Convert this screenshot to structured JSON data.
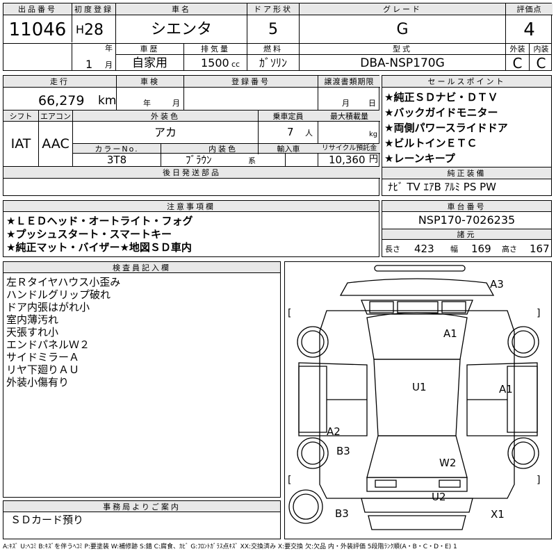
{
  "header": {
    "lot_no_label": "出品番号",
    "lot_no": "11046",
    "first_reg_label": "初度登録",
    "era": "H",
    "year": "28",
    "year_unit": "年",
    "month": "1",
    "month_unit": "月",
    "model_name_label": "車名",
    "model_name": "シエンタ",
    "doors_label": "ドア形状",
    "doors": "5",
    "grade_label": "グレード",
    "grade": "G",
    "score_label": "評価点",
    "score": "4",
    "history_label": "車歴",
    "history": "自家用",
    "displacement_label": "排気量",
    "displacement": "1500",
    "displacement_unit": "cc",
    "fuel_label": "燃料",
    "fuel": "ｶﾞｿﾘﾝ",
    "type_label": "型式",
    "type": "DBA-NSP170G",
    "exterior_label": "外装",
    "exterior": "C",
    "interior_label": "内装",
    "interior": "C"
  },
  "info": {
    "mileage_label": "走行",
    "mileage": "66,279",
    "mileage_unit": "km",
    "inspection_label": "車検",
    "insp_year_unit": "年",
    "insp_month_unit": "月",
    "plate_label": "登録番号",
    "transfer_label": "譲渡書類期限",
    "transfer_month_unit": "月",
    "transfer_day_unit": "日",
    "shift_label": "シフト",
    "shift": "IAT",
    "ac_label": "エアコン",
    "ac": "AAC",
    "color_label": "外装色",
    "color": "アカ",
    "capacity_label": "乗車定員",
    "capacity": "7",
    "capacity_unit": "人",
    "load_label": "最大積載量",
    "load_unit": "kg",
    "color_no_label": "カラーNo.",
    "color_no": "3T8",
    "int_color_label": "内装色",
    "int_color": "ﾌﾞﾗｳﾝ",
    "int_color_unit": "系",
    "import_label": "輸入車",
    "recycle_label": "リサイクル預託金",
    "recycle": "10,360",
    "recycle_unit": "円",
    "later_parts_label": "後日発送部品"
  },
  "sales_points": {
    "label": "セールスポイント",
    "items": [
      "★純正ＳＤナビ・ＤＴＶ",
      "★バックガイドモニター",
      "★両側パワースライドドア",
      "★ビルトインＥＴＣ",
      "★レーンキープ"
    ]
  },
  "equipment": {
    "label": "純正装備",
    "value": "ﾅﾋﾞ TV ｴｱB ｱﾙﾐ PS PW"
  },
  "notes": {
    "label": "注意事項欄",
    "items": [
      "★ＬＥＤヘッド・オートライト・フォグ",
      "★プッシュスタート・スマートキー",
      "★純正マット・バイザー★地図ＳＤ車内"
    ]
  },
  "chassis": {
    "label": "車台番号",
    "value": "NSP170-7026235"
  },
  "dims": {
    "label": "諸元",
    "length_label": "長さ",
    "length": "423",
    "width_label": "幅",
    "width": "169",
    "height_label": "高さ",
    "height": "167"
  },
  "inspector": {
    "label": "検査員記入欄",
    "items": [
      "左Ｒタイヤハウス小歪み",
      "ハンドルグリップ破れ",
      "ドア内張はがれ小",
      "室内薄汚れ",
      "天張すれ小",
      "エンドパネルＷ２",
      "サイドミラーＡ",
      "リヤ下廻りＡＵ",
      "外装小傷有り"
    ]
  },
  "office": {
    "label": "事務局よりご案内",
    "value": "ＳＤカード預り"
  },
  "diagram": {
    "marks": [
      "A3",
      "A1",
      "A1",
      "U1",
      "A2",
      "B3",
      "W2",
      "U2",
      "B3",
      "X1"
    ]
  },
  "legend": "A:ｷｽﾞ U:ﾍｺﾐ B:ｷｽﾞを伴うﾍｺﾐ P:要塗装 W:補修跡 S:錆 C:腐食、ｶﾋﾞ G:ﾌﾛﾝﾄｶﾞﾗｽ点ｷｽﾞ XX:交換済み X:要交換 欠:欠品 内・外装評価 5段階ﾗﾝｸ順(A・B・C・D・E) 1"
}
